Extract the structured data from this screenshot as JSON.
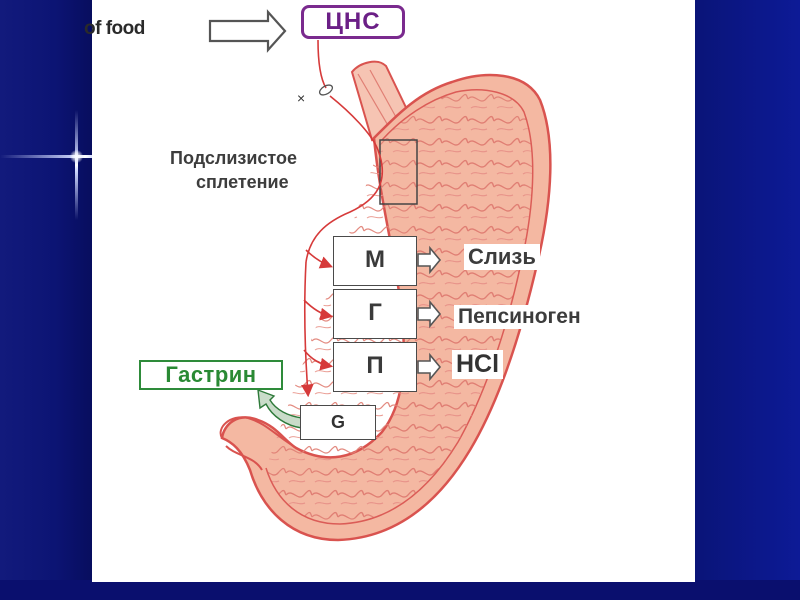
{
  "labels": {
    "food": "of food",
    "cns": "ЦНС",
    "x_mark": "×",
    "plexus_line1": "Подслизистое",
    "plexus_line2": "сплетение",
    "gastrin": "Гастрин"
  },
  "cells": {
    "m": "М",
    "g": "Г",
    "p": "П",
    "gcell": "G"
  },
  "secretions": {
    "mucus": "Слизь",
    "pepsinogen": "Пепсиноген",
    "hcl": "HCl"
  },
  "colors": {
    "stomach_fill": "#f4b8a2",
    "stomach_outline": "#d9534f",
    "nerve": "#d63a3a",
    "cns_border": "#7a2a8e",
    "gastrin_border": "#2e8b3a",
    "background": "#0a0f6e"
  }
}
